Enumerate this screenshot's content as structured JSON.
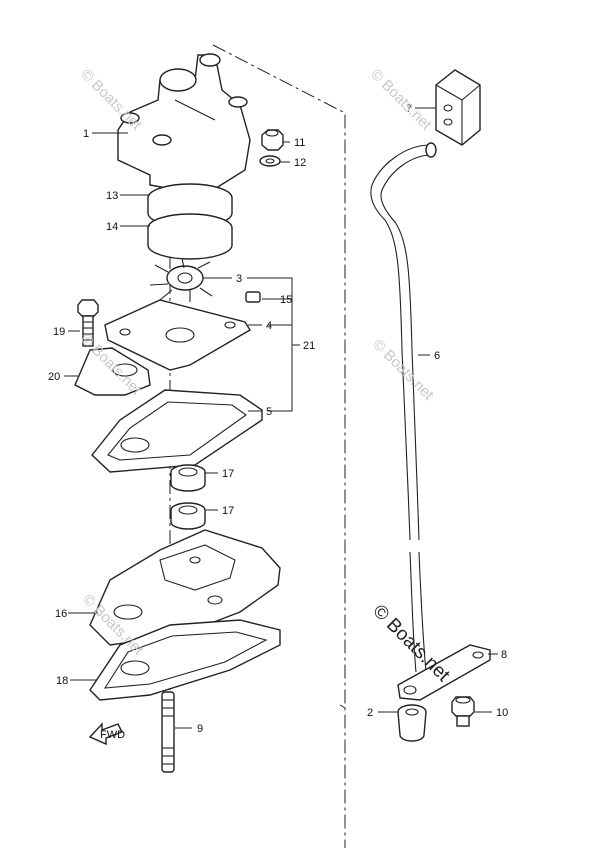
{
  "callouts": {
    "c1": "1",
    "c2": "2",
    "c3": "3",
    "c4": "4",
    "c5": "5",
    "c6": "6",
    "c7": "7",
    "c8": "8",
    "c9": "9",
    "c10": "10",
    "c11": "11",
    "c12": "12",
    "c13": "13",
    "c14": "14",
    "c15": "15",
    "c16": "16",
    "c17a": "17",
    "c17b": "17",
    "c18": "18",
    "c19": "19",
    "c20": "20",
    "c21": "21"
  },
  "direction_marker": "FWD",
  "watermark": "© Boats.net"
}
